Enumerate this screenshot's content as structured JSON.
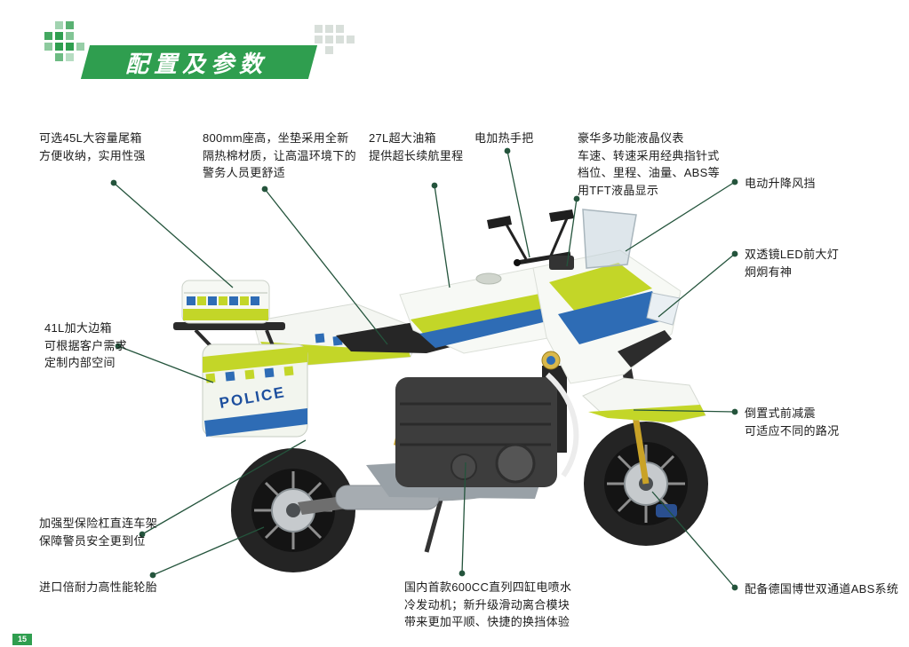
{
  "page": {
    "title": "配置及参数",
    "page_number": "15",
    "accent_color": "#2f9e4f",
    "leader_line_color": "#24543c"
  },
  "motorcycle": {
    "pannier_text": "POLICE",
    "colors": {
      "hi_viz_green": "#c3d628",
      "police_blue": "#2e6cb5",
      "body_white": "#f5f7f4"
    }
  },
  "callouts": [
    {
      "feature": "tail-box",
      "text": "可选45L大容量尾箱\n方便收纳，实用性强"
    },
    {
      "feature": "seat",
      "text": "800mm座高，坐垫采用全新\n隔热棉材质，让高温环境下的\n警务人员更舒适"
    },
    {
      "feature": "fuel-tank",
      "text": "27L超大油箱\n提供超长续航里程"
    },
    {
      "feature": "heated-grips",
      "text": "电加热手把"
    },
    {
      "feature": "instrument-cluster",
      "text": "豪华多功能液晶仪表\n车速、转速采用经典指针式\n档位、里程、油量、ABS等\n用TFT液晶显示"
    },
    {
      "feature": "windshield",
      "text": "电动升降风挡"
    },
    {
      "feature": "headlight",
      "text": "双透镜LED前大灯\n炯炯有神"
    },
    {
      "feature": "front-suspension",
      "text": "倒置式前减震\n可适应不同的路况"
    },
    {
      "feature": "abs-system",
      "text": "配备德国博世双通道ABS系统"
    },
    {
      "feature": "side-case",
      "text": "41L加大边箱\n可根据客户需求\n定制内部空间"
    },
    {
      "feature": "crash-bar",
      "text": "加强型保险杠直连车架\n保障警员安全更到位"
    },
    {
      "feature": "tires",
      "text": "进口倍耐力高性能轮胎"
    },
    {
      "feature": "engine",
      "text": "国内首款600CC直列四缸电喷水\n冷发动机；新升级滑动离合模块\n带来更加平顺、快捷的换挡体验"
    }
  ]
}
